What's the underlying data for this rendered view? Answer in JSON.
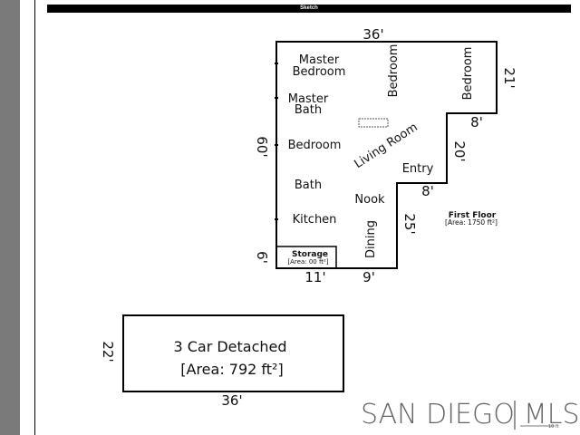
{
  "header": {
    "title": "Sketch"
  },
  "floor_plan": {
    "dimensions": {
      "top": "36'",
      "right_upper": "21'",
      "step_upper": "8'",
      "right_mid": "20'",
      "step_lower": "8'",
      "right_lower": "25'",
      "left": "60'",
      "left_bottom": "6'",
      "bottom_left": "11'",
      "bottom_right": "9'"
    },
    "rooms": {
      "master_bedroom_1": "Master",
      "master_bedroom_2": "Bedroom",
      "master_bath_1": "Master",
      "master_bath_2": "Bath",
      "bedroom_left": "Bedroom",
      "bath": "Bath",
      "kitchen": "Kitchen",
      "bedroom_vertical_1": "Bedroom",
      "bedroom_vertical_2": "Bedroom",
      "living_room": "Living Room",
      "entry": "Entry",
      "nook": "Nook",
      "dining": "Dining"
    },
    "storage": {
      "name": "Storage",
      "area": "[Area: 00 ft²]"
    },
    "floor_label": {
      "name": "First Floor",
      "area": "[Area: 1750 ft²]"
    }
  },
  "garage": {
    "name": "3 Car Detached",
    "area": "[Area: 792 ft²]",
    "width": "36'",
    "depth": "22'"
  },
  "brand": {
    "name": "SAN DIEGO",
    "suffix": "MLS",
    "scale": "10 ft"
  }
}
